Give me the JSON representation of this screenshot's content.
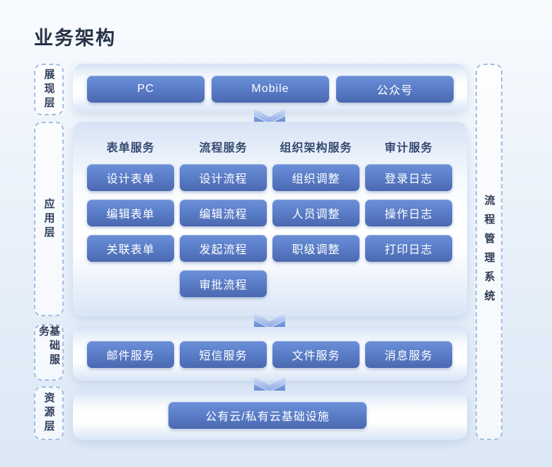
{
  "page": {
    "title": "业务架构"
  },
  "colors": {
    "background_top": "#f9fbfe",
    "background_bottom": "#dde8f5",
    "panel_edge": "#d6e3f5",
    "panel_center": "#ffffff",
    "node_gradient_top": "#6b8fd7",
    "node_gradient_bottom": "#4a68b0",
    "node_text": "#ffffff",
    "dashed_border": "#a4bde4",
    "title_text": "#263246",
    "group_header_text": "#33496e",
    "arrow_light": "#bccff2",
    "arrow_dark": "#5077c9"
  },
  "side_labels": [
    {
      "label": "展现层"
    },
    {
      "label": "应用层"
    },
    {
      "label": "基础服务"
    },
    {
      "label": "资源层"
    }
  ],
  "presentation": {
    "buttons": [
      "PC",
      "Mobile",
      "公众号"
    ]
  },
  "application": {
    "groups": [
      {
        "header": "表单服务",
        "items": [
          "设计表单",
          "编辑表单",
          "关联表单"
        ]
      },
      {
        "header": "流程服务",
        "items": [
          "设计流程",
          "编辑流程",
          "发起流程",
          "审批流程"
        ]
      },
      {
        "header": "组织架构服务",
        "items": [
          "组织调整",
          "人员调整",
          "职级调整"
        ]
      },
      {
        "header": "审计服务",
        "items": [
          "登录日志",
          "操作日志",
          "打印日志"
        ]
      }
    ]
  },
  "basic_services": {
    "buttons": [
      "邮件服务",
      "短信服务",
      "文件服务",
      "消息服务"
    ]
  },
  "resource": {
    "buttons": [
      "公有云/私有云基础设施"
    ]
  },
  "right_panel": {
    "label": "流程管理系统"
  }
}
